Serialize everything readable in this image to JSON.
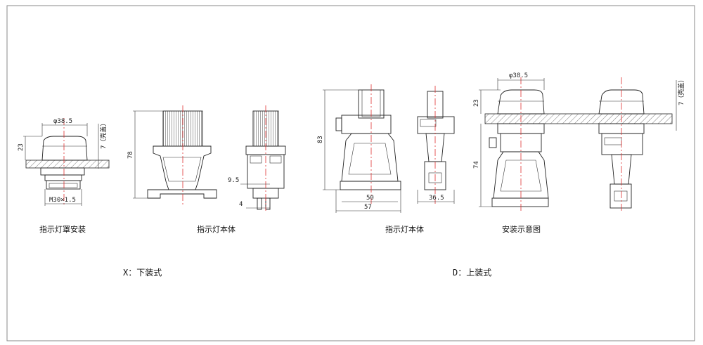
{
  "captions": {
    "lens_install": "指示灯罩安装",
    "body_lower": "指示灯本体",
    "body_upper": "指示灯本体",
    "install_diagram": "安装示意图"
  },
  "section_titles": {
    "lower_mount": "X：下装式",
    "upper_mount": "D：上装式"
  },
  "dimensions": {
    "lens_phi": "φ38.5",
    "lens_height": "23",
    "lens_shell": "7（壳盖）",
    "thread": "M30×1.5",
    "body_height_78": "78",
    "pin_9_5": "9.5",
    "pin_4": "4",
    "body_height_83": "83",
    "body_width_50": "50",
    "body_width_57": "57",
    "body_side_36_5": "36.5",
    "install_phi": "φ38.5",
    "install_23": "23",
    "install_74": "74",
    "install_shell": "7（壳盖）"
  }
}
